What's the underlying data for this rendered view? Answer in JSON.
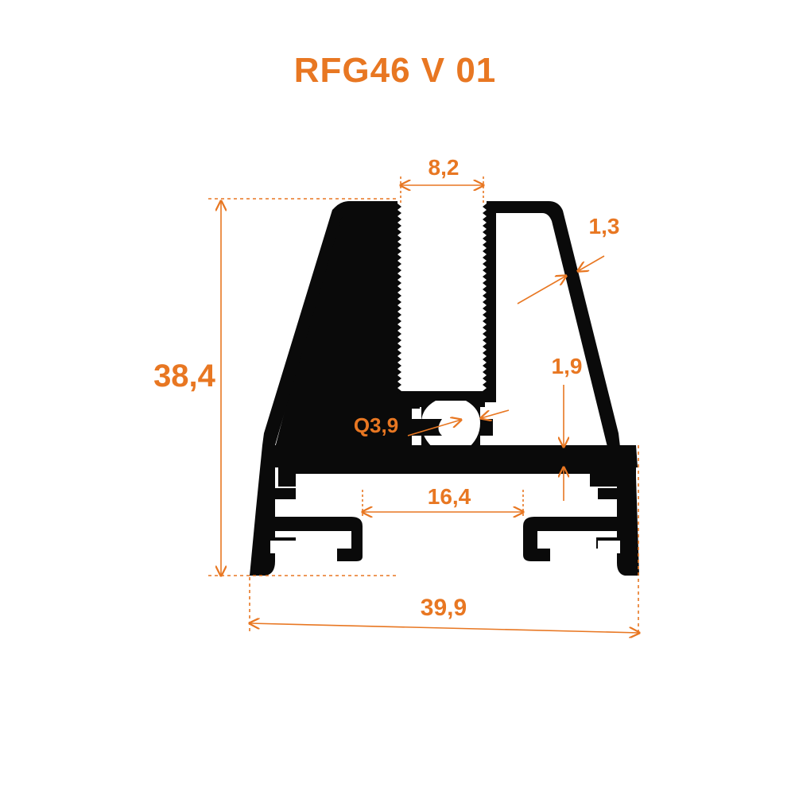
{
  "title": "RFG46 V 01",
  "colors": {
    "accent": "#E87722",
    "profile": "#0a0a0a",
    "background": "#ffffff"
  },
  "dimensions": {
    "slot_width": "8,2",
    "wall_thickness": "1,3",
    "height": "38,4",
    "gap": "1,9",
    "screw_channel": "Q3,9",
    "inner_width": "16,4",
    "total_width": "39,9"
  }
}
